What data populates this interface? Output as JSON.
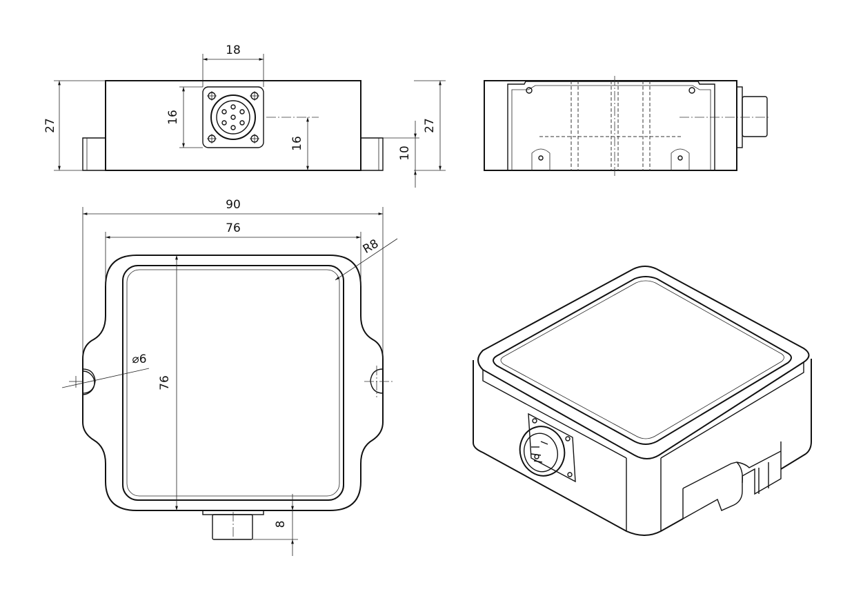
{
  "front_view": {
    "width_label": "18",
    "height_label": "27",
    "connector_height_label": "16",
    "connector_offset_label": "16"
  },
  "side_view": {
    "height_label": "27",
    "flange_label": "10"
  },
  "top_view": {
    "overall_width_label": "90",
    "body_width_label": "76",
    "body_height_label": "76",
    "radius_label": "R8",
    "hole_label": "⌀6",
    "connector_depth_label": "8"
  },
  "colors": {
    "line": "#111111",
    "background": "#ffffff"
  }
}
